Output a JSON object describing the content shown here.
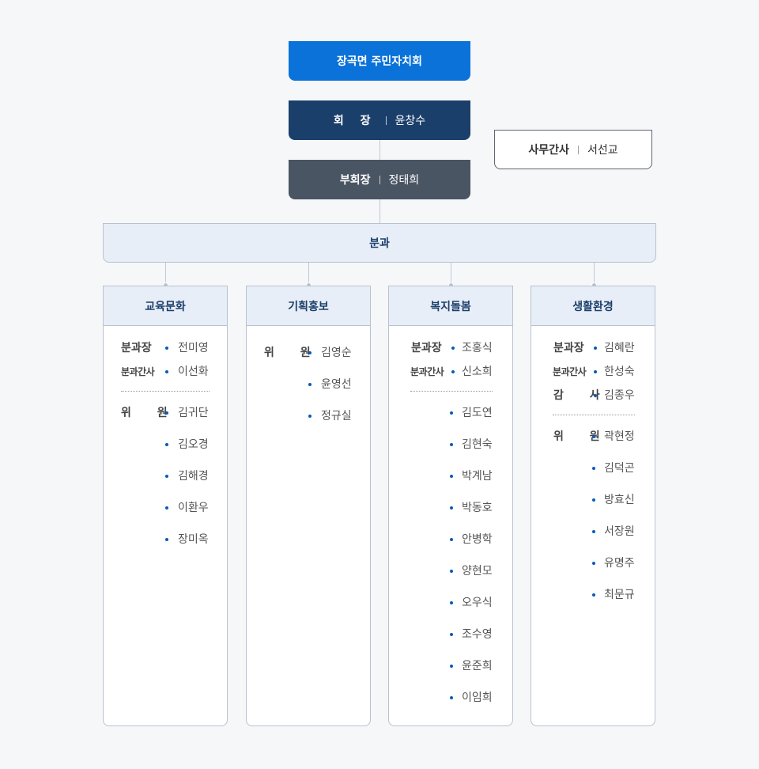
{
  "org": {
    "top": {
      "title": "장곡면 주민자치회"
    },
    "president": {
      "role": "회 장",
      "name": "윤창수"
    },
    "vice_president": {
      "role": "부회장",
      "name": "정태희"
    },
    "secretary": {
      "role": "사무간사",
      "name": "서선교"
    },
    "group": {
      "title": "분과"
    },
    "divisions": [
      {
        "title": "교육문화",
        "leaders": [
          {
            "role": "분과장",
            "name": "전미영"
          },
          {
            "role": "분과간사",
            "name": "이선화"
          }
        ],
        "member_label": "위 원",
        "members": [
          "김귀단",
          "김오경",
          "김해경",
          "이환우",
          "장미옥"
        ]
      },
      {
        "title": "기획홍보",
        "leaders": [],
        "member_label": "위 원",
        "members": [
          "김영순",
          "윤영선",
          "정규실"
        ]
      },
      {
        "title": "복지돌봄",
        "leaders": [
          {
            "role": "분과장",
            "name": "조홍식"
          },
          {
            "role": "분과간사",
            "name": "신소희"
          }
        ],
        "member_label": "",
        "members": [
          "김도연",
          "김현숙",
          "박계남",
          "박동호",
          "안병학",
          "양현모",
          "오우식",
          "조수영",
          "윤준희",
          "이임희"
        ]
      },
      {
        "title": "생활환경",
        "leaders": [
          {
            "role": "분과장",
            "name": "김혜란"
          },
          {
            "role": "분과간사",
            "name": "한성숙"
          },
          {
            "role": "감 사",
            "name": "김종우"
          }
        ],
        "member_label": "위 원",
        "members": [
          "곽현정",
          "김덕곤",
          "방효신",
          "서장원",
          "유명주",
          "최문규"
        ]
      }
    ]
  }
}
